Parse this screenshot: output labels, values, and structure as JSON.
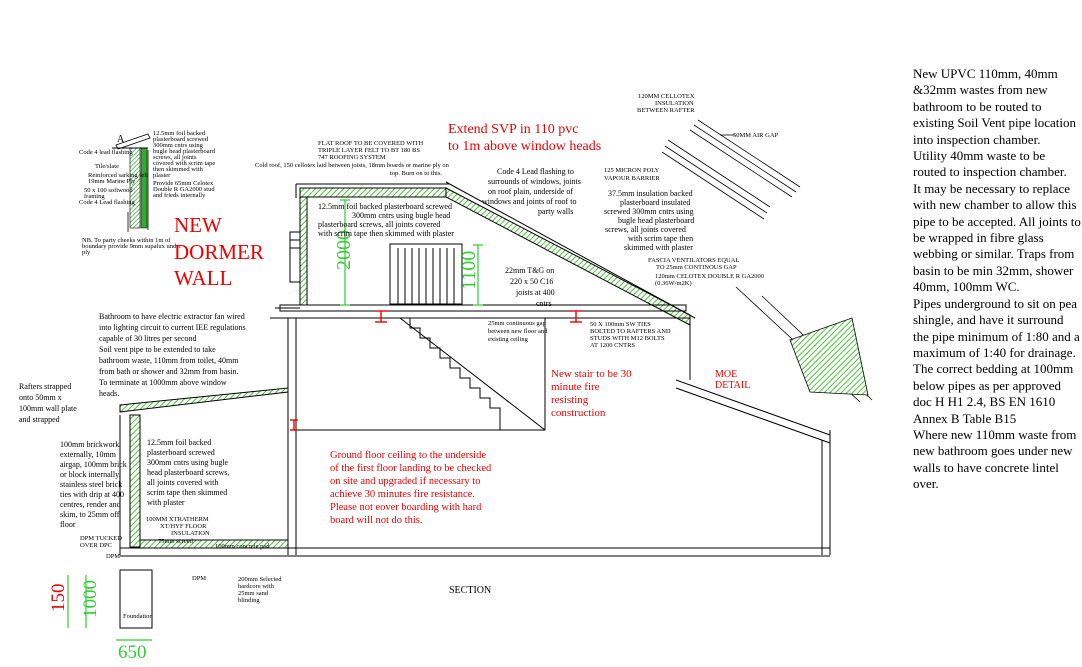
{
  "detail_a": {
    "letter": "A",
    "spec_lines": [
      "12.5mm foil backed",
      "plasterboard screwed",
      "300mm cntrs using",
      "bugle head plasterboard",
      "screws, all joints",
      "covered with scrim tape",
      "then skimmed with",
      "plaster"
    ],
    "left_labels": [
      "Code 4 lead flashing",
      "Tile/slate",
      "Reinforced sarking felt",
      "19mm Marine Ply",
      "50 x 100 softwood",
      "framing",
      "Code 4 Lead flashing"
    ],
    "right_label_lines": [
      "Provide 65mm Celotex",
      "Double R GA2000 stud",
      "and frieds internally"
    ],
    "note_lines": [
      "NB. To party cheeks within 1m of",
      "boundary provide 9mm supalux under",
      "ply"
    ]
  },
  "new_dormer_wall": [
    "NEW",
    "DORMER",
    "WALL"
  ],
  "flat_roof_lines": [
    "FLAT ROOF TO BE COVERED WITH",
    "TRIPLE LAYER FELT TO BT 180 BS",
    "747 ROOFING SYSTEM"
  ],
  "cold_roof": [
    "Cold roof, 150 cellotex laid between joists, 18mm boards or marine ply on",
    "top. Burn on to this."
  ],
  "extend_svp": [
    "Extend SVP in 110 pvc",
    "to 1m above window heads"
  ],
  "lead_flashing": [
    "Code 4 Lead flashing to",
    "surrounds of windows, joints",
    "on roof plain, underside of",
    "windows and joints of roof to",
    "party walls"
  ],
  "dormer_plasterboard": [
    "12.5mm foil backed plasterboard screwed",
    "300mm cntrs using bugle head",
    "plasterboard screws, all joints covered",
    "with scrim tape then skimmed with plaster"
  ],
  "dim_2000": "2000",
  "dim_1100": "1100",
  "joists": [
    "22mm T&G on",
    "220 x 50 C16",
    "joists at 400",
    "cntrs"
  ],
  "gap_note": [
    "25mm continuous gap",
    "between new floor and",
    "existing ceiling"
  ],
  "ties_note": [
    "50 X 100mm SW TIES",
    "BOLTED TO RAFTERS AND",
    "STUDS WITH M12 BOLTS",
    "AT 1200 CNTRS"
  ],
  "insulation_detail": {
    "celotex_top": [
      "120MM CELLOTEX",
      "INSULATION",
      "BETWEEN RAFTER"
    ],
    "air_gap": "50MM AIR GAP",
    "vapour": [
      "125 MICRON POLY",
      "VAPOUR BARRIER"
    ],
    "insul_37": [
      "37.5mm insulation backed",
      "plasterboard insulated",
      "screwed 300mm cntrs using",
      "bugle head plasterboard",
      "screws, all joints covered",
      "with scrim tape then",
      "skimmed with plaster"
    ],
    "fascia": [
      "FASCIA VENTILATORS EQUAL",
      "TO 25mm CONTINOUS GAP"
    ],
    "celotex_double": [
      "120mm CELOTEX DOUBLE R GA2000",
      "(0.36W/m2K)"
    ],
    "moe": [
      "MOE",
      "DETAIL"
    ]
  },
  "bathroom_note": [
    "Bathroom to have electric extractor fan wired",
    "into lighting circuit to current IEE regulations",
    "capable of 30 litres per second",
    "Soil vent pipe to be extended to take",
    "bathroom waste, 110mm from toilet, 40mm",
    "from bath or shower and 32mm from basin.",
    "To terminate at 1000mm above window",
    "heads."
  ],
  "new_stair": [
    "New stair to be 30",
    "minute fire",
    "resisting",
    "construction"
  ],
  "rafters": [
    "Rafters strapped",
    "onto 50mm x",
    "100mm wall plate",
    "and strapped"
  ],
  "brickwork": [
    "100mm brickwork",
    "externally, 10mm",
    "airgap, 100mm brick",
    "or block internally.",
    "stainless steel brick",
    "ties with drip at 400",
    "centres, render and",
    "skim, to 25mm off",
    "floor"
  ],
  "ext_plasterboard": [
    "12.5mm foil backed",
    "plasterboard screwed",
    "300mm cntrs using bugle",
    "head plasterboard screws,",
    "all joints covered with",
    "scrim tape then skimmed",
    "with plaster"
  ],
  "ground_floor_note": [
    "Ground floor ceiling to the underside",
    "of the first floor landing to be checked",
    "on site and upgraded if  necessary to",
    "achieve 30 minutes fire resistance.",
    "Please not eover boarding with hard",
    "board will not do this."
  ],
  "xtratherm": [
    "100MM XTRATHERM",
    "XT/HYF FLOOR",
    "INSULATION"
  ],
  "screed": "75mm screed",
  "concrete_pad": "100mm concrete pad",
  "dpm_tucked": [
    "DPM TUCKED",
    "OVER DPC"
  ],
  "dpm": "DPM",
  "dpm2": "DPM",
  "hardcore": [
    "200mm Selected",
    "hardcore with",
    "25mm sand",
    "blinding"
  ],
  "foundation": "Foundation",
  "section": "SECTION",
  "dim_150": "150",
  "dim_1000": "1000",
  "dim_650": "650",
  "notes": [
    "New UPVC 110mm, 40mm &32mm wastes from new bathroom  to be routed to existing Soil Vent pipe location into inspection chamber.",
    "Utility 40mm waste to be routed to inspection chamber.",
    "It may be necessary to replace with new chamber to allow this pipe to be accepted. All joints to be wrapped in fibre glass webbing or similar. Traps from basin to be min 32mm, shower 40mm, 100mm WC.",
    "Pipes underground to sit on pea shingle, and have it surround the pipe  minimum of 1:80 and a maximum of 1:40 for drainage. The correct bedding at 100mm below pipes as per approved doc H H1 2.4, BS EN 1610 Annex B Table B15",
    "Where new 110mm waste from new bathroom goes under new walls to have concrete lintel over."
  ],
  "colors": {
    "red": "#e00000",
    "green": "#33cc33",
    "hatch": "#6ddc4a"
  }
}
